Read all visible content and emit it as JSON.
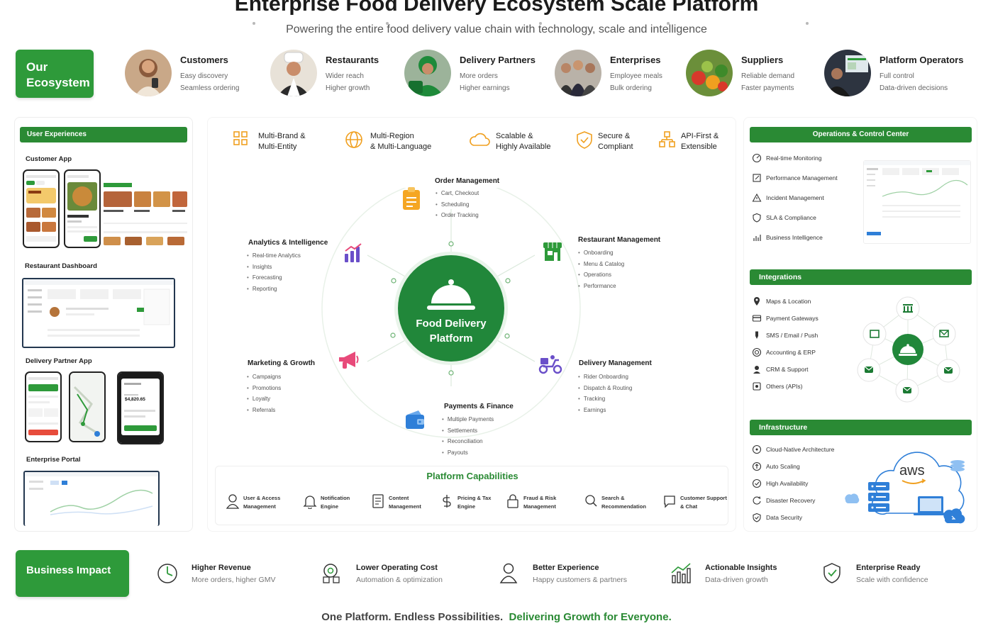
{
  "header": {
    "title": "Enterprise Food Delivery Ecosystem Scale Platform",
    "subtitle": "Powering the entire food delivery value chain with technology, scale and intelligence"
  },
  "ecosystem": {
    "label": "Our Ecosystem",
    "items": [
      {
        "name": "Customers",
        "line1": "Easy discovery",
        "line2": "Seamless ordering"
      },
      {
        "name": "Restaurants",
        "line1": "Wider reach",
        "line2": "Higher growth"
      },
      {
        "name": "Delivery Partners",
        "line1": "More orders",
        "line2": "Higher earnings"
      },
      {
        "name": "Enterprises",
        "line1": "Employee meals",
        "line2": "Bulk ordering"
      },
      {
        "name": "Suppliers",
        "line1": "Reliable demand",
        "line2": "Faster payments"
      },
      {
        "name": "Platform Operators",
        "line1": "Full control",
        "line2": "Data-driven decisions"
      }
    ]
  },
  "user_experiences": {
    "header": "User Experiences",
    "customer_app": "Customer App",
    "restaurant_dashboard": "Restaurant Dashboard",
    "delivery_partner_app": "Delivery Partner App",
    "enterprise_portal": "Enterprise Portal",
    "phone_amount": "$4,820.65"
  },
  "features": [
    {
      "l1": "Multi-Brand &",
      "l2": "Multi-Entity"
    },
    {
      "l1": "Multi-Region",
      "l2": "& Multi-Language"
    },
    {
      "l1": "Scalable &",
      "l2": "Highly Available"
    },
    {
      "l1": "Secure &",
      "l2": "Compliant"
    },
    {
      "l1": "API-First &",
      "l2": "Extensible"
    }
  ],
  "hub": {
    "line1": "Food Delivery",
    "line2": "Platform"
  },
  "modules": {
    "order": {
      "title": "Order Management",
      "items": [
        "Cart, Checkout",
        "Scheduling",
        "Order Tracking"
      ]
    },
    "restaurant": {
      "title": "Restaurant Management",
      "items": [
        "Onboarding",
        "Menu & Catalog",
        "Operations",
        "Performance"
      ]
    },
    "delivery": {
      "title": "Delivery Management",
      "items": [
        "Rider Onboarding",
        "Dispatch & Routing",
        "Tracking",
        "Earnings"
      ]
    },
    "payments": {
      "title": "Payments & Finance",
      "items": [
        "Multiple Payments",
        "Settlements",
        "Reconciliation",
        "Payouts"
      ]
    },
    "marketing": {
      "title": "Marketing & Growth",
      "items": [
        "Campaigns",
        "Promotions",
        "Loyalty",
        "Referrals"
      ]
    },
    "analytics": {
      "title": "Analytics & Intelligence",
      "items": [
        "Real-time Analytics",
        "Insights",
        "Forecasting",
        "Reporting"
      ]
    }
  },
  "capabilities": {
    "title": "Platform Capabilities",
    "items": [
      {
        "l1": "User & Access",
        "l2": "Management"
      },
      {
        "l1": "Notification",
        "l2": "Engine"
      },
      {
        "l1": "Content",
        "l2": "Management"
      },
      {
        "l1": "Pricing & Tax",
        "l2": "Engine"
      },
      {
        "l1": "Fraud & Risk",
        "l2": "Management"
      },
      {
        "l1": "Search &",
        "l2": "Recommendation"
      },
      {
        "l1": "Customer Support",
        "l2": "& Chat"
      }
    ]
  },
  "operations": {
    "header": "Operations & Control Center",
    "items": [
      "Real-time Monitoring",
      "Performance Management",
      "Incident Management",
      "SLA & Compliance",
      "Business Intelligence"
    ]
  },
  "integrations": {
    "header": "Integrations",
    "items": [
      "Maps & Location",
      "Payment Gateways",
      "SMS / Email / Push",
      "Accounting & ERP",
      "CRM & Support",
      "Others (APIs)"
    ]
  },
  "infrastructure": {
    "header": "Infrastructure",
    "items": [
      "Cloud-Native Architecture",
      "Auto Scaling",
      "High Availability",
      "Disaster Recovery",
      "Data Security"
    ],
    "cloud_label": "aws"
  },
  "business_impact": {
    "label": "Business Impact",
    "items": [
      {
        "title": "Higher Revenue",
        "sub": "More orders, higher GMV"
      },
      {
        "title": "Lower Operating Cost",
        "sub": "Automation & optimization"
      },
      {
        "title": "Better Experience",
        "sub": "Happy customers & partners"
      },
      {
        "title": "Actionable Insights",
        "sub": "Data-driven growth"
      },
      {
        "title": "Enterprise Ready",
        "sub": "Scale with confidence"
      }
    ]
  },
  "footer": {
    "part1": "One Platform. Endless Possibilities.",
    "part2": "Delivering Growth for Everyone."
  },
  "colors": {
    "brand_green": "#2a8a34",
    "hub_green": "#21873a",
    "icon_orange": "#f5a623",
    "icon_purple": "#6a4fc9",
    "icon_pink": "#e84a7a",
    "icon_blue": "#2f7fd8"
  }
}
